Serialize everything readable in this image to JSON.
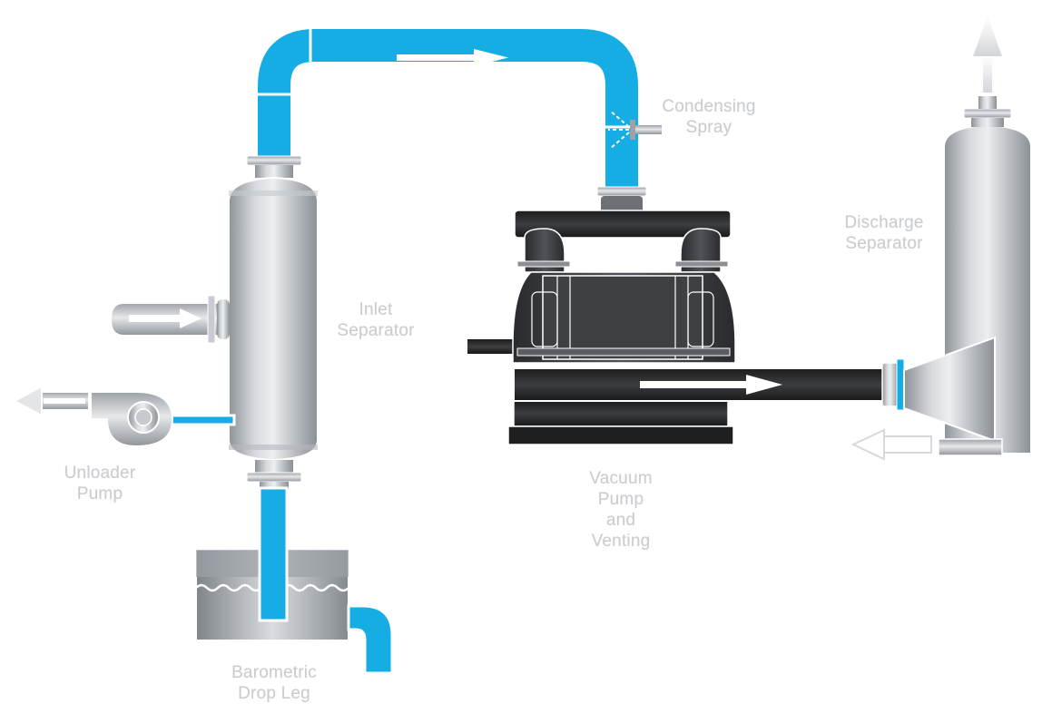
{
  "labels": {
    "condensing_spray": [
      "Condensing",
      "Spray"
    ],
    "discharge_separator": [
      "Discharge",
      "Separator"
    ],
    "inlet_separator": [
      "Inlet",
      "Separator"
    ],
    "unloader_pump": [
      "Unloader",
      "Pump"
    ],
    "vacuum_pump": [
      "Vacuum",
      "Pump",
      "and",
      "Venting"
    ],
    "barometric_drop_leg": [
      "Barometric",
      "Drop Leg"
    ]
  },
  "colors": {
    "water": "#15ade3",
    "steel_light": "#e4e6e8",
    "steel_dark": "#8d9297",
    "pump_dark": "#2a2b2d",
    "label": "#c9cdd1"
  },
  "icons": [
    "flow-arrow-icon",
    "spray-nozzle-icon",
    "vent-arrow-icon"
  ]
}
